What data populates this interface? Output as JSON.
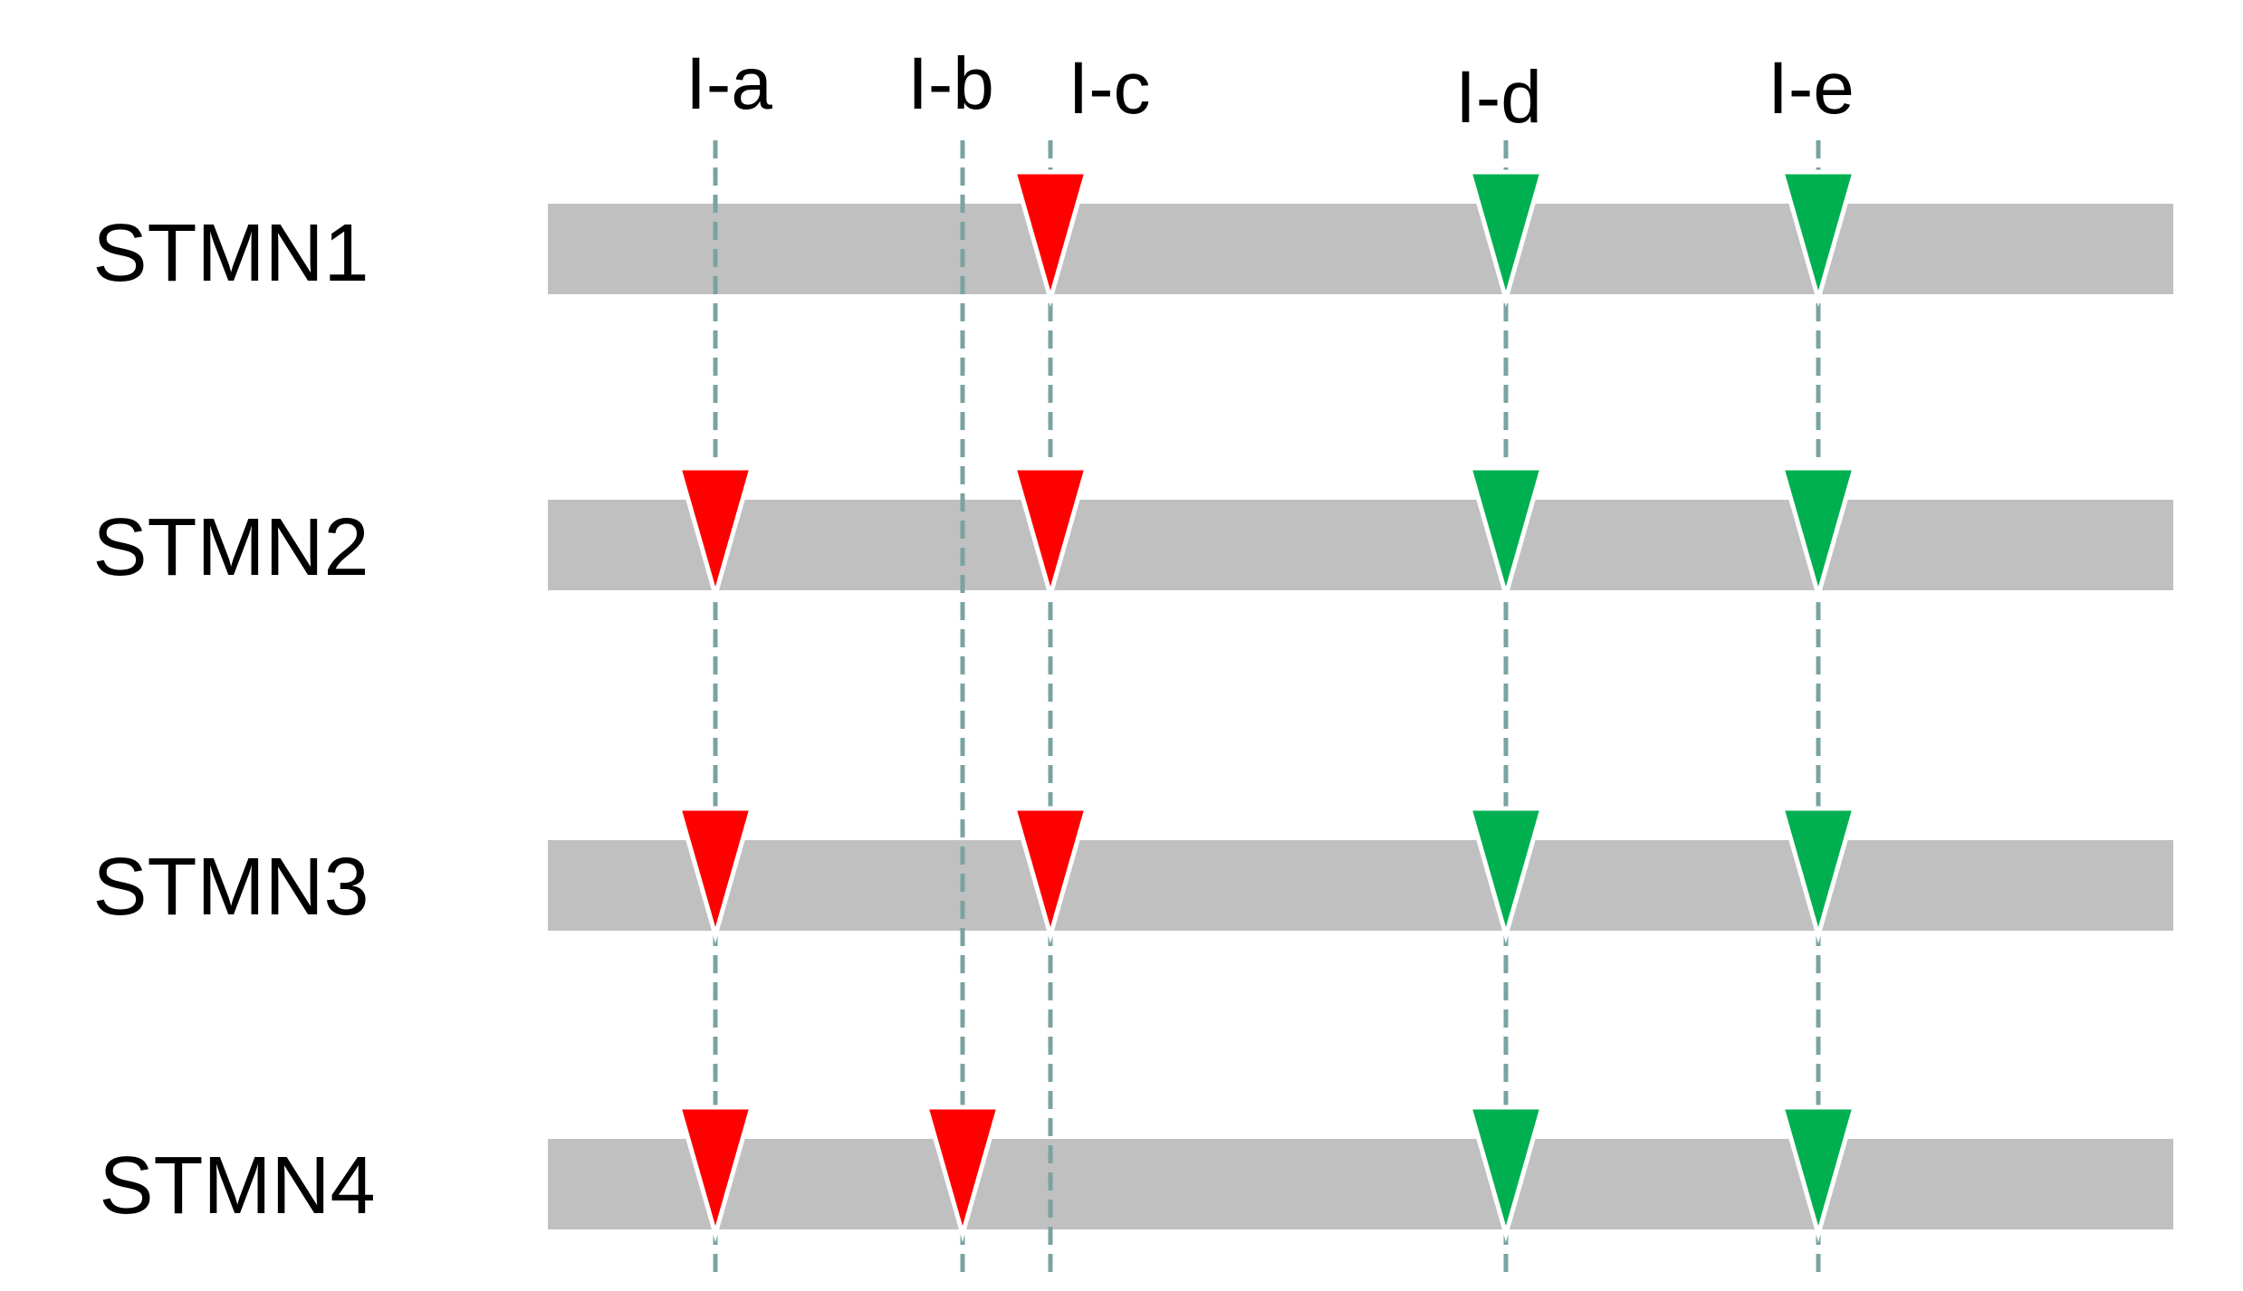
{
  "sites": [
    {
      "label": "I-a"
    },
    {
      "label": "I-b"
    },
    {
      "label": "I-c"
    },
    {
      "label": "I-d"
    },
    {
      "label": "I-e"
    }
  ],
  "genes": [
    {
      "label": "STMN1",
      "markers": [
        null,
        null,
        "red",
        "green",
        "green"
      ]
    },
    {
      "label": "STMN2",
      "markers": [
        "red",
        null,
        "red",
        "green",
        "green"
      ]
    },
    {
      "label": "STMN3",
      "markers": [
        "red",
        null,
        "red",
        "green",
        "green"
      ]
    },
    {
      "label": "STMN4",
      "markers": [
        "red",
        "red",
        null,
        "green",
        "green"
      ]
    }
  ],
  "colors": {
    "red": "#ff0000",
    "green": "#00b050",
    "bar": "#c0c0c0",
    "guide": "#7aa3a3"
  }
}
